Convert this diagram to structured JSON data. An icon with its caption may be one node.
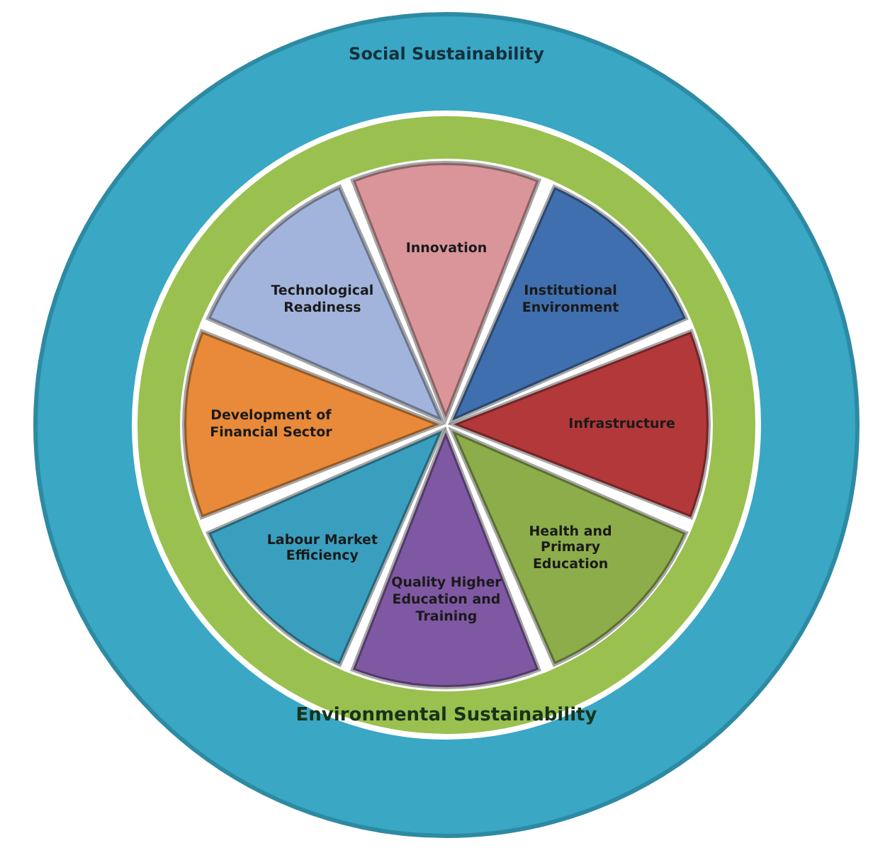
{
  "diagram": {
    "nodes": [
      {
        "text": [
          "Social Sustainability"
        ]
      },
      {
        "text": [
          "Environmental Sustainability"
        ],
        "in": 0
      },
      {
        "text": [
          "Innovation"
        ],
        "in": 1
      },
      {
        "text": [
          "Institutional Environment"
        ],
        "in": 1
      },
      {
        "text": [
          "Infrastructure"
        ],
        "in": 1
      },
      {
        "text": [
          "Health and Primary Education"
        ],
        "in": 1
      },
      {
        "text": [
          "Quality Higher Education and Training"
        ],
        "in": 1
      },
      {
        "text": [
          "Labour Market Efficiency"
        ],
        "in": 1
      },
      {
        "text": [
          "Development of Financial Sector"
        ],
        "in": 1
      },
      {
        "text": [
          "Technological Readiness"
        ],
        "in": 1
      }
    ]
  }
}
